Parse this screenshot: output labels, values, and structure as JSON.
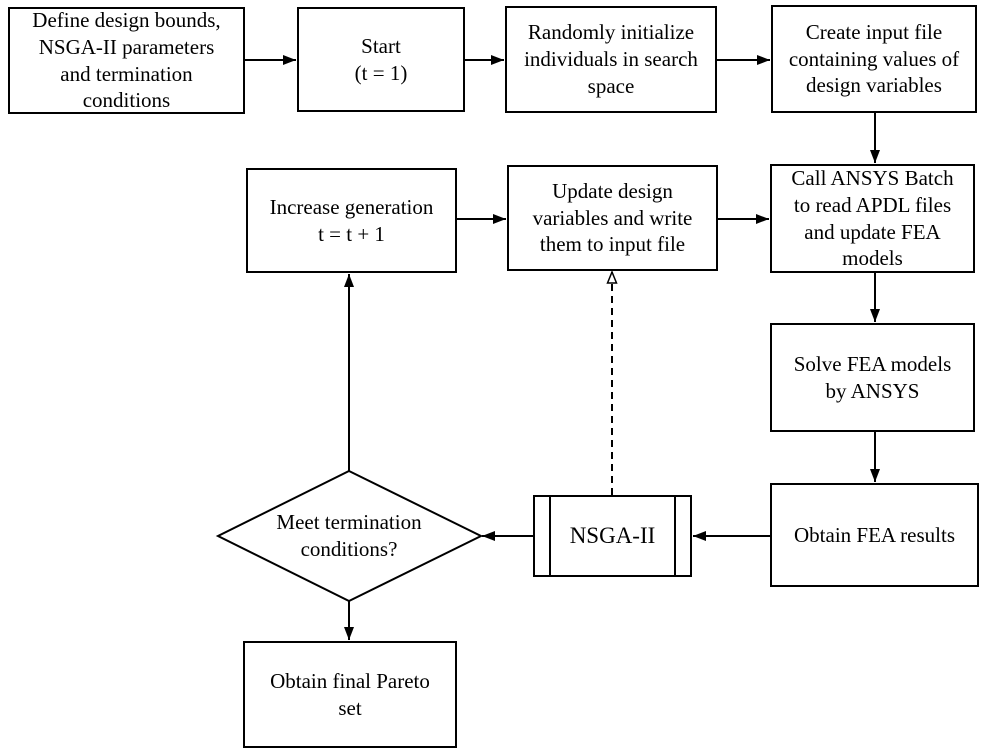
{
  "colors": {
    "stroke": "#000000",
    "node_fill": "#ffffff",
    "text": "#000000",
    "background": "#ffffff"
  },
  "nodes": {
    "define": {
      "label": "Define design bounds,\nNSGA-II parameters\nand termination\nconditions",
      "shape": "rectangle"
    },
    "start": {
      "label": "Start\n(t = 1)",
      "shape": "rectangle"
    },
    "init": {
      "label": "Randomly initialize\nindividuals in search\nspace",
      "shape": "rectangle"
    },
    "create_input": {
      "label": "Create input file\ncontaining values of\ndesign variables",
      "shape": "rectangle"
    },
    "increase_generation": {
      "label": "Increase generation\nt = t + 1",
      "shape": "rectangle"
    },
    "update_design": {
      "label": "Update design\nvariables and write\nthem to input file",
      "shape": "rectangle"
    },
    "call_ansys": {
      "label": "Call ANSYS Batch\nto read APDL files\nand update FEA\nmodels",
      "shape": "rectangle"
    },
    "solve_fea": {
      "label": "Solve FEA models\nby ANSYS",
      "shape": "rectangle"
    },
    "obtain_fea": {
      "label": "Obtain FEA results",
      "shape": "rectangle"
    },
    "nsga2": {
      "label": "NSGA-II",
      "shape": "subroutine"
    },
    "decision": {
      "label": "Meet termination\nconditions?",
      "shape": "diamond"
    },
    "pareto": {
      "label": "Obtain final Pareto\nset",
      "shape": "rectangle"
    }
  },
  "edges": [
    {
      "from": "define",
      "to": "start",
      "style": "solid",
      "arrowhead": "filled"
    },
    {
      "from": "start",
      "to": "init",
      "style": "solid",
      "arrowhead": "filled"
    },
    {
      "from": "init",
      "to": "create_input",
      "style": "solid",
      "arrowhead": "filled"
    },
    {
      "from": "create_input",
      "to": "call_ansys",
      "style": "solid",
      "arrowhead": "filled"
    },
    {
      "from": "call_ansys",
      "to": "solve_fea",
      "style": "solid",
      "arrowhead": "filled"
    },
    {
      "from": "solve_fea",
      "to": "obtain_fea",
      "style": "solid",
      "arrowhead": "filled"
    },
    {
      "from": "obtain_fea",
      "to": "nsga2",
      "style": "solid",
      "arrowhead": "filled"
    },
    {
      "from": "nsga2",
      "to": "decision",
      "style": "solid",
      "arrowhead": "filled"
    },
    {
      "from": "decision",
      "to": "increase_generation",
      "style": "solid",
      "arrowhead": "filled"
    },
    {
      "from": "increase_generation",
      "to": "update_design",
      "style": "solid",
      "arrowhead": "filled"
    },
    {
      "from": "update_design",
      "to": "call_ansys",
      "style": "solid",
      "arrowhead": "filled"
    },
    {
      "from": "nsga2",
      "to": "update_design",
      "style": "dashed",
      "arrowhead": "open"
    },
    {
      "from": "decision",
      "to": "pareto",
      "style": "solid",
      "arrowhead": "filled"
    }
  ]
}
